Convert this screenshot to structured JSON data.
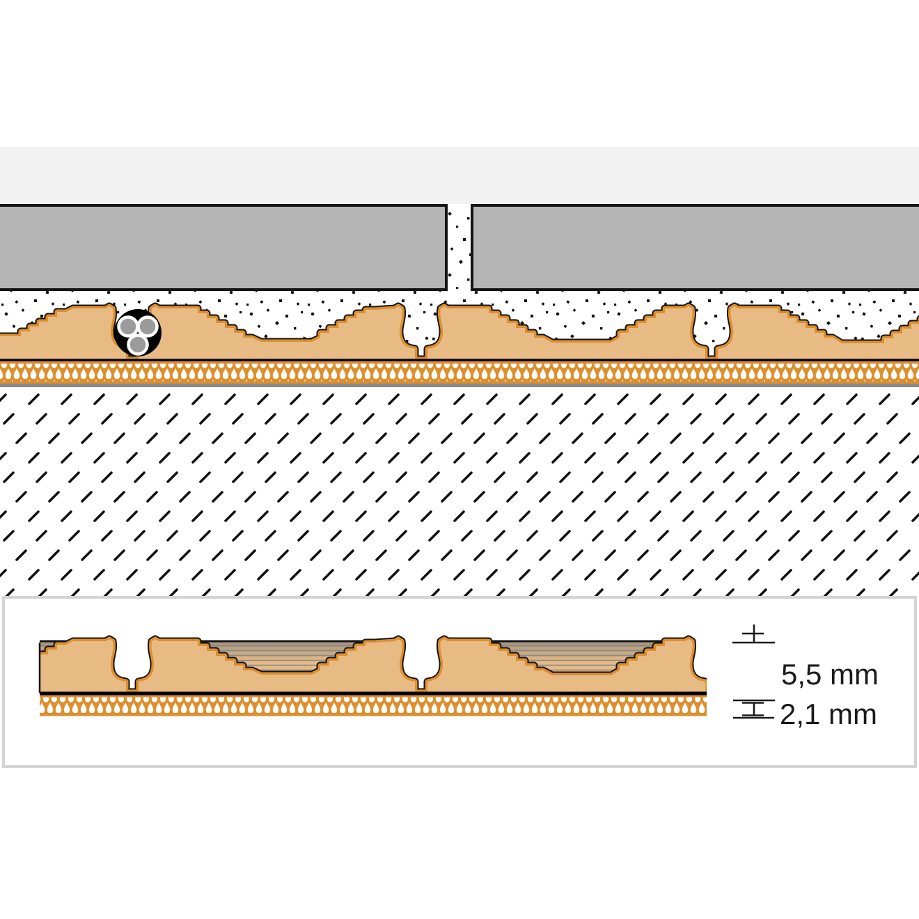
{
  "diagram": {
    "title": "uncoupling-heating-membrane-floor-assembly-cross-section",
    "detail": {
      "dim_membrane_height": "5,5 mm",
      "dim_fleece_thickness": "2,1 mm"
    },
    "layers": {
      "top_band": "wall background band",
      "tiles": "ceramic tile covering with grout joint",
      "mortar": "thin-set mortar (stippled)",
      "membrane": "studded uncoupling membrane",
      "cable": "heating cable with three conductors",
      "fleece": "anchoring fleece",
      "substrate": "screed substrate (diagonal hatch)",
      "detail_box": "membrane detail inset"
    },
    "colors": {
      "wall_band": "#f2f2f2",
      "tile": "#b5b5b5",
      "tile_border": "#141414",
      "membrane_fill": "#e8bb84",
      "membrane_outline": "#dd8f2e",
      "cable_sheath": "#000000",
      "conductor": "#9b9b9b",
      "fleece_orange": "#dd8f2e",
      "underlay_line": "#8a8a8a",
      "detail_box_border": "#d4d4d4",
      "hatch_line": "#8d8d8d",
      "text": "#1a1a1a"
    }
  }
}
